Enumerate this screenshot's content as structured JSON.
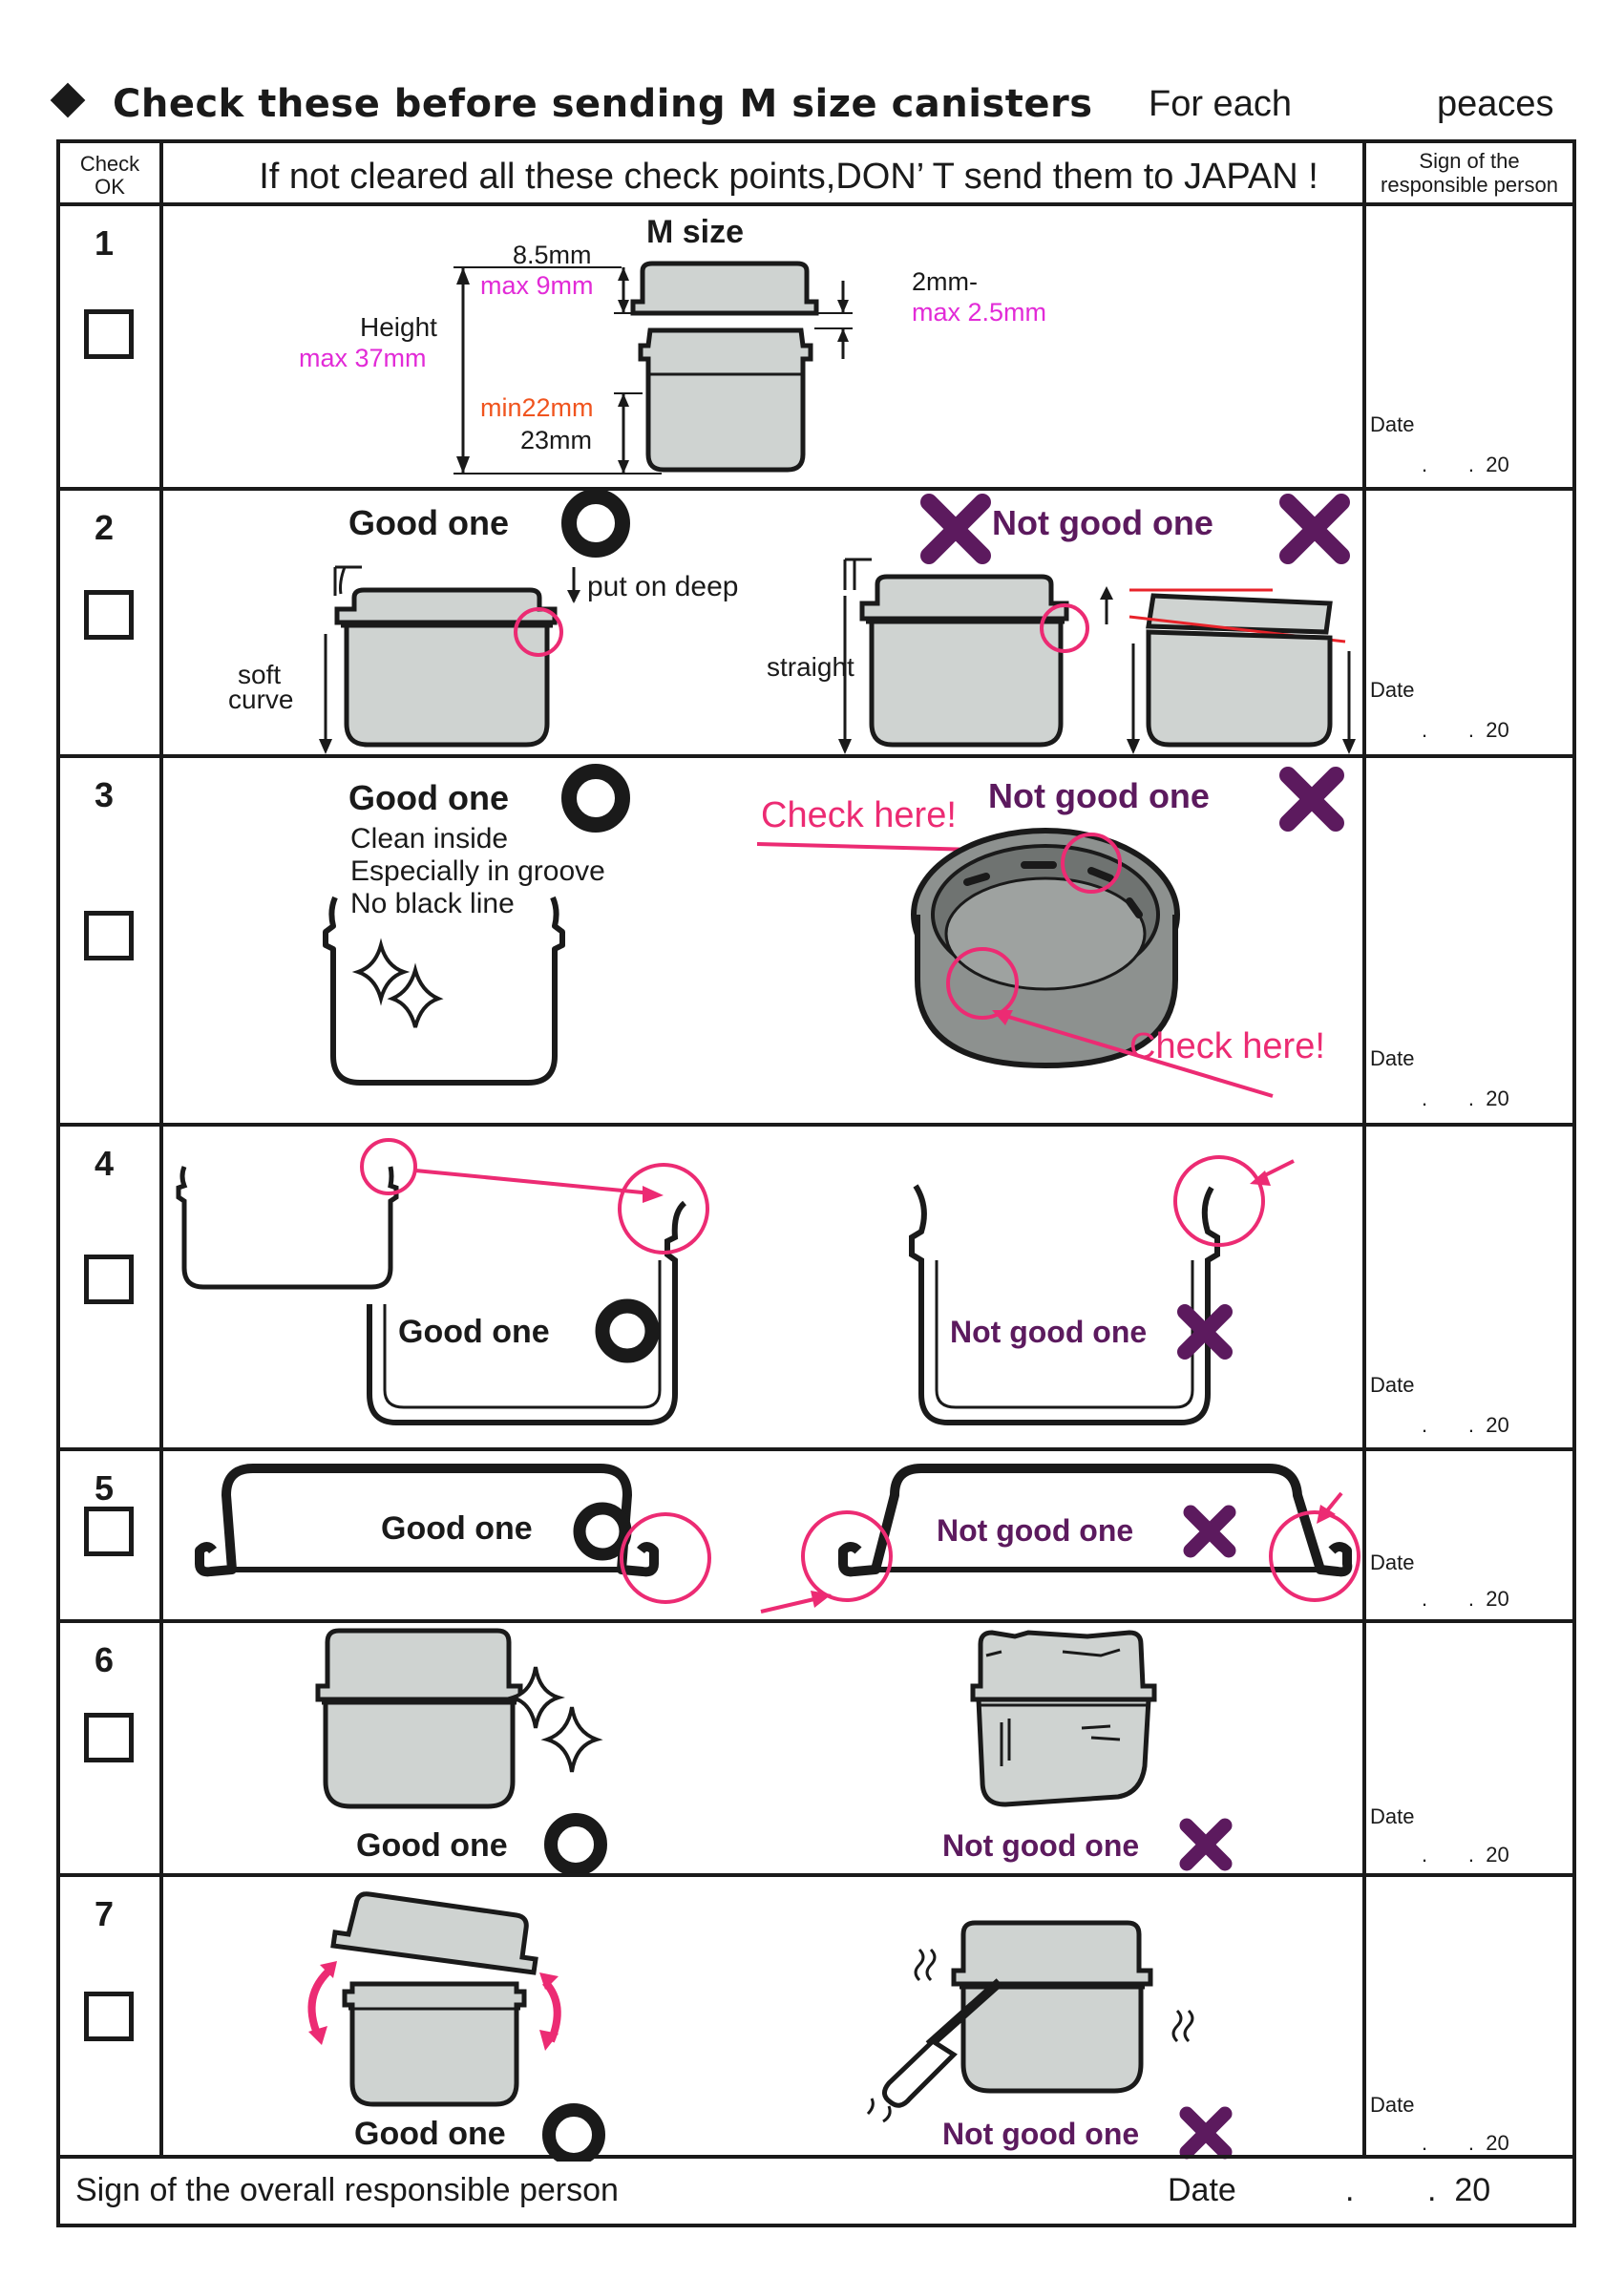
{
  "header": {
    "title": "Check these before sending M size canisters",
    "for_each": "For each",
    "peaces": "peaces"
  },
  "table_head": {
    "check_ok": [
      "Check",
      "OK"
    ],
    "warning": "If not cleared all these check points,DON’ T send them to JAPAN !",
    "sign": [
      "Sign of the",
      "responsible person"
    ]
  },
  "common": {
    "good": "Good one",
    "not_good": "Not good one",
    "date": "Date",
    "dot": ".",
    "year": "20"
  },
  "rows": [
    {
      "num": "1",
      "title": "M size",
      "lid_height": "8.5mm",
      "lid_max": "max 9mm",
      "height": "Height",
      "height_max": "max 37mm",
      "body_min": "min22mm",
      "body": "23mm",
      "gap": "2mm-",
      "gap_max": "max 2.5mm"
    },
    {
      "num": "2",
      "put_on_deep": "put on deep",
      "soft": "soft",
      "curve": "curve",
      "straight": "straight"
    },
    {
      "num": "3",
      "clean_inside": "Clean inside",
      "groove": "Especially in groove",
      "no_black": "No black line",
      "check_here": "Check here!"
    },
    {
      "num": "4"
    },
    {
      "num": "5"
    },
    {
      "num": "6"
    },
    {
      "num": "7"
    }
  ],
  "footer": {
    "sign": "Sign of the overall responsible person",
    "date": "Date",
    "dot": ".",
    "year": "20"
  },
  "colors": {
    "ink": "#1a1a1a",
    "canister_fill": "#cfd3d1",
    "accent_pink": "#ec2b73",
    "magenta_text": "#e22bd7",
    "orange_text": "#f0541e",
    "bad_purple": "#5c1a5e",
    "red_line": "#e8232a"
  }
}
